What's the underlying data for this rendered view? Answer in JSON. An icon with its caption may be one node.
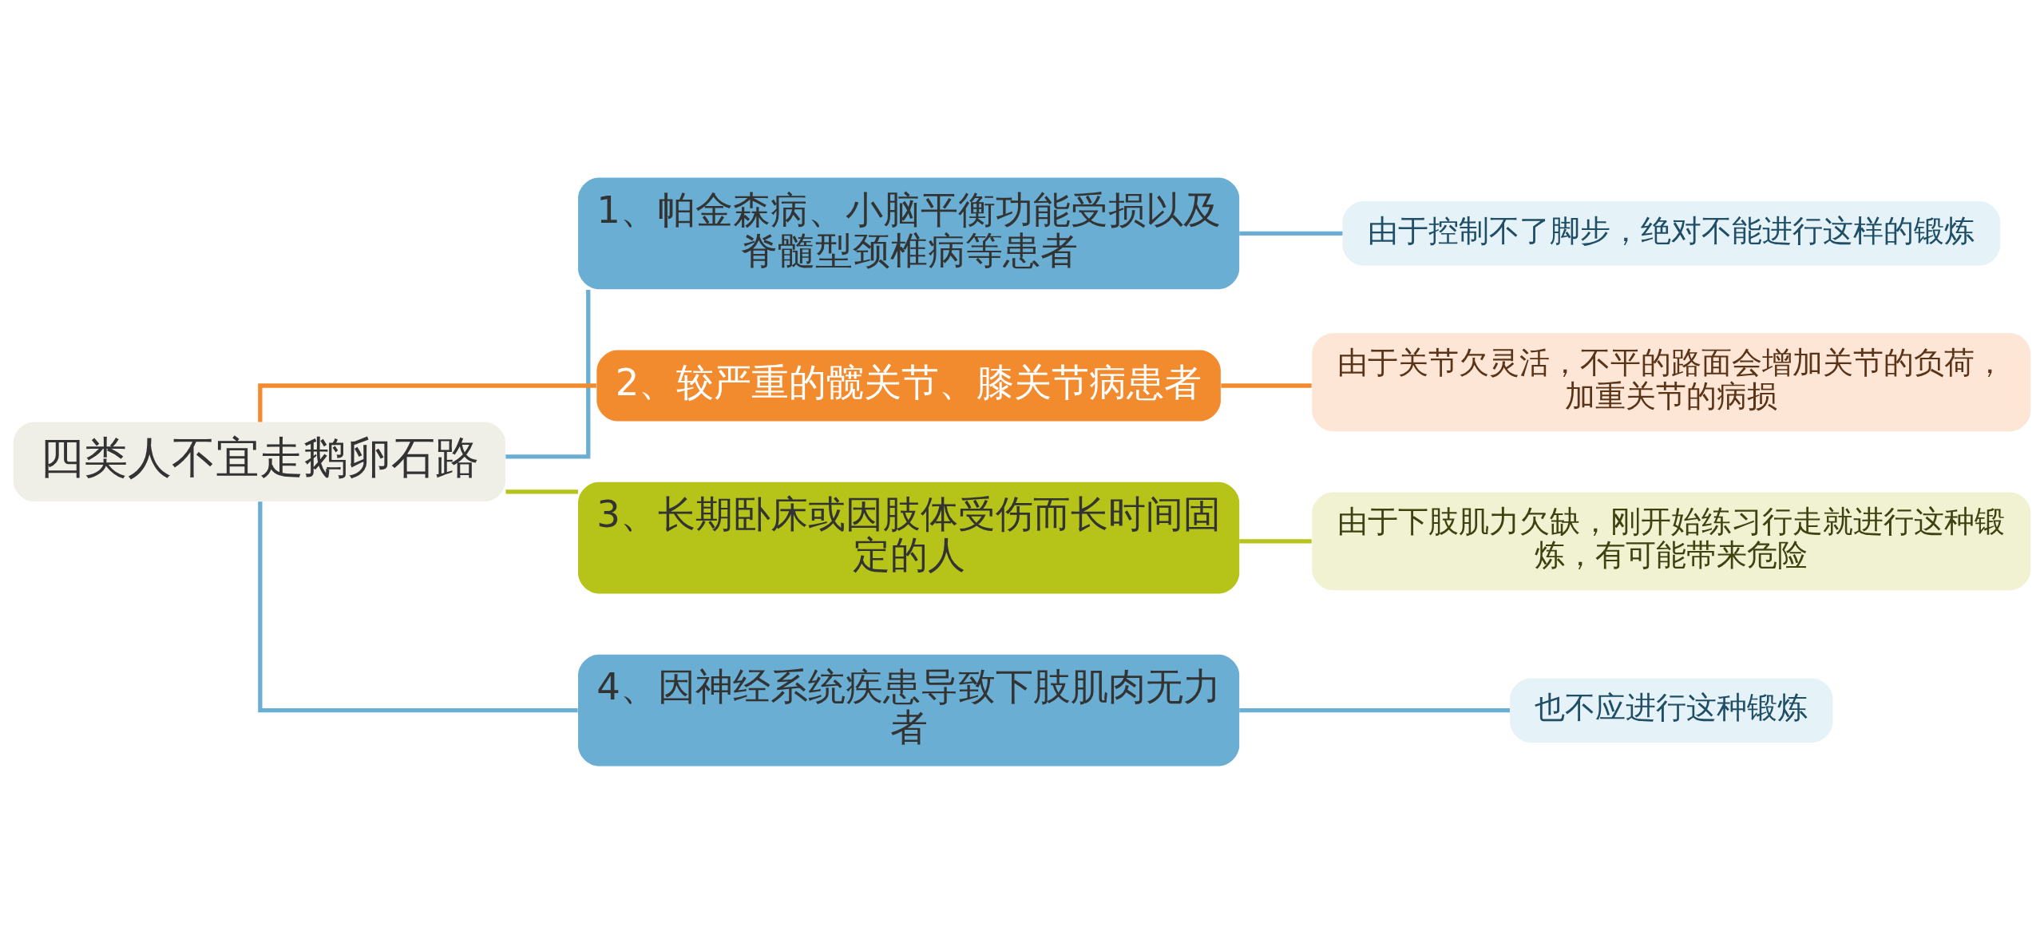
{
  "diagram": {
    "nodes": [
      {
        "text": [
          "四类人不宜走鹅卵石路"
        ]
      },
      {
        "text": [
          "1、帕金森病、小脑平衡功能受损以及脊髓型颈椎病等患者"
        ]
      },
      {
        "text": [
          "由于控制不了脚步，绝对不能进行这样的锻炼"
        ]
      },
      {
        "text": [
          "2、较严重的髋关节、膝关节病患者"
        ]
      },
      {
        "text": [
          "由于关节欠灵活，不平的路面会增加关节的负荷，加重关节的病损"
        ]
      },
      {
        "text": [
          "3、长期卧床或因肢体受伤而长时间固定的人"
        ]
      },
      {
        "text": [
          "由于下肢肌力欠缺，刚开始练习行走就进行这种锻炼，有可能带来危险"
        ]
      },
      {
        "text": [
          "4、因神经系统疾患导致下肢肌肉无力者"
        ]
      },
      {
        "text": [
          "也不应进行这种锻炼"
        ]
      }
    ],
    "edges": [
      {
        "from": 0,
        "to": 1,
        "arrow": "none",
        "color": "#6aafd3"
      },
      {
        "from": 0,
        "to": 3,
        "arrow": "none",
        "color": "#f28a2e"
      },
      {
        "from": 0,
        "to": 5,
        "arrow": "none",
        "color": "#b6c318"
      },
      {
        "from": 0,
        "to": 7,
        "arrow": "none",
        "color": "#6aafd3"
      },
      {
        "from": 1,
        "to": 2,
        "arrow": "none",
        "color": "#6aafd3"
      },
      {
        "from": 3,
        "to": 4,
        "arrow": "none",
        "color": "#f28a2e"
      },
      {
        "from": 5,
        "to": 6,
        "arrow": "none",
        "color": "#b6c318"
      },
      {
        "from": 7,
        "to": 8,
        "arrow": "none",
        "color": "#6aafd3"
      }
    ]
  }
}
